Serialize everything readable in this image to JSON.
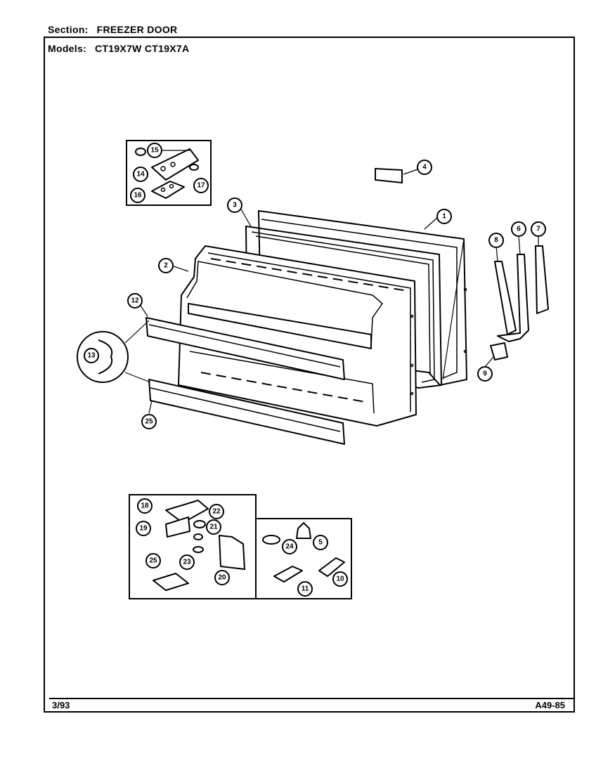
{
  "header": {
    "section_label": "Section:",
    "section_value": "FREEZER DOOR",
    "models_label": "Models:",
    "models_value": "CT19X7W CT19X7A"
  },
  "footer": {
    "date": "3/93",
    "code": "A49-85"
  },
  "callouts": {
    "c1": "1",
    "c2": "2",
    "c3": "3",
    "c4": "4",
    "c5": "5",
    "c6": "6",
    "c7": "7",
    "c8": "8",
    "c9": "9",
    "c10": "10",
    "c11": "11",
    "c12": "12",
    "c13": "13",
    "c14": "14",
    "c15": "15",
    "c16": "16",
    "c17": "17",
    "c18": "18",
    "c19": "19",
    "c20": "20",
    "c21": "21",
    "c22": "22",
    "c23": "23",
    "c24": "24",
    "c25": "25",
    "c26": "25"
  }
}
